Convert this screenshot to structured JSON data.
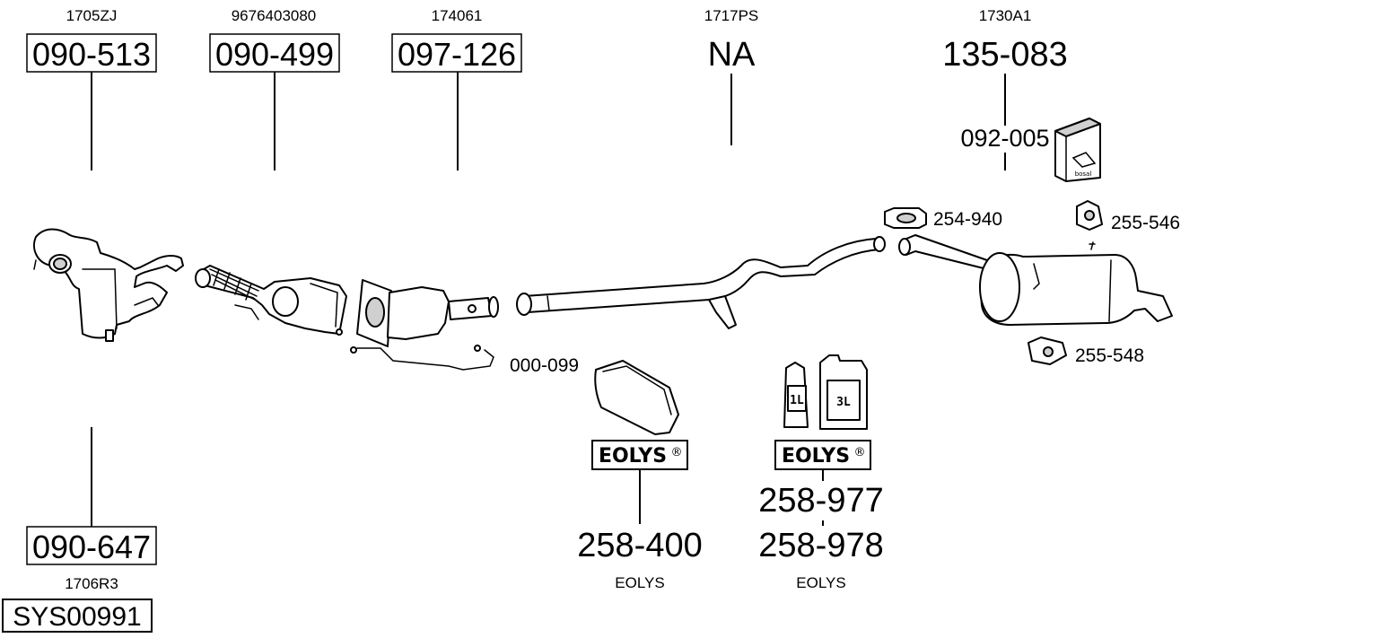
{
  "parts": {
    "manifold": {
      "oe": "1705ZJ",
      "ref": "090-513"
    },
    "flex_pipe": {
      "oe": "9676403080",
      "ref": "090-499"
    },
    "dpf": {
      "oe": "174061",
      "ref": "097-126"
    },
    "middle_pipe": {
      "oe": "1717PS",
      "ref": "NA"
    },
    "rear_silencer": {
      "oe": "1730A1",
      "ref": "135-083",
      "mount_kit": "092-005"
    },
    "lower_cat": {
      "oe": "1706R3",
      "ref": "090-647"
    }
  },
  "accessories": {
    "sensor": "000-099",
    "clamp": "254-940",
    "rubber_mount_top": "255-546",
    "rubber_mount_bottom": "255-548"
  },
  "eolys": {
    "brand_label": "EOLYS",
    "registered_mark": "®",
    "bag": {
      "ref": "258-400",
      "caption": "EOLYS"
    },
    "fluids": {
      "ref_1": "258-977",
      "ref_2": "258-978",
      "caption": "EOLYS",
      "bottle_small": "1L",
      "bottle_large": "3L"
    }
  },
  "system_code": "SYS00991",
  "kit_box_text": "bosal"
}
